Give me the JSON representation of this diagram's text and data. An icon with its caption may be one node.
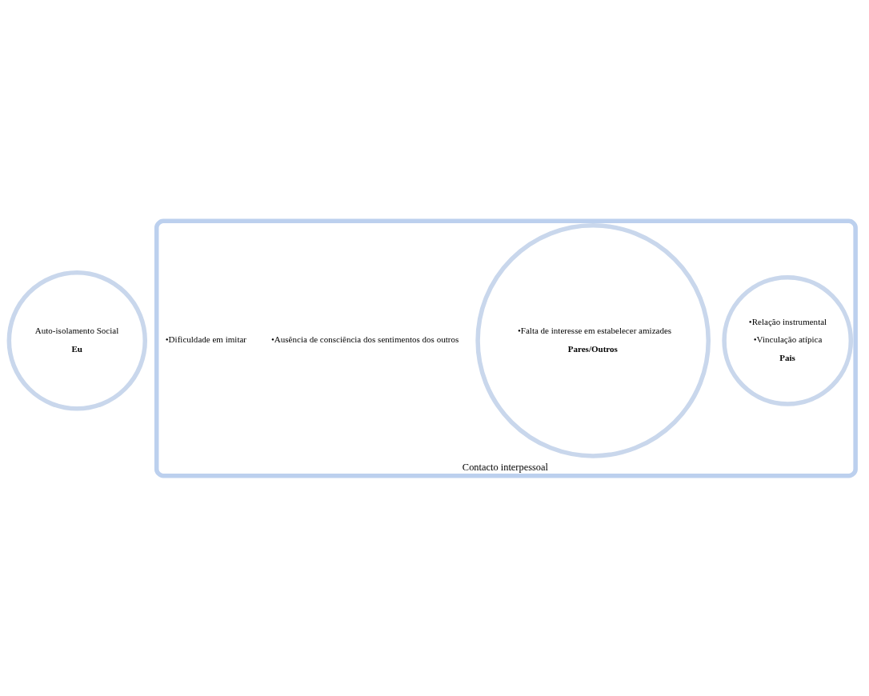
{
  "diagram": {
    "nodes": [
      {
        "text": [
          "Auto-isolamento Social",
          "Eu"
        ]
      },
      {
        "text": [
          "Contacto interpessoal"
        ]
      },
      {
        "text": [
          "•Relação instrumental",
          "•Vinculação atípica",
          "Pais"
        ],
        "in": 1
      },
      {
        "text": [
          "•Falta de interesse em estabelecer amizades",
          "Pares/Outros"
        ],
        "in": 1
      }
    ],
    "labels": [
      "•Ausência de consciência dos sentimentos dos outros",
      "•Dificuldade em imitar"
    ]
  }
}
